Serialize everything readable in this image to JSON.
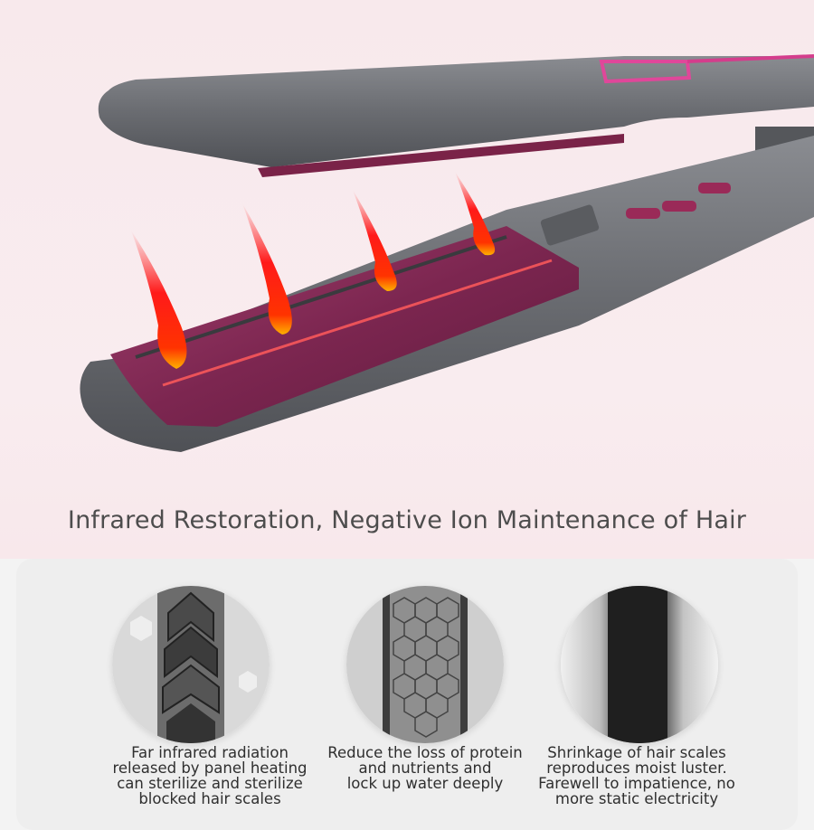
{
  "headline": "Infrared Restoration, Negative Ion Maintenance of Hair",
  "colors": {
    "background_top": "#f9ecef",
    "device_body": "#6b6d72",
    "plate": "#8e2e5c",
    "accent_pink": "#e0479a",
    "flame": "#ff1a1a"
  },
  "features": [
    {
      "caption": "Far infrared radiation\nreleased by panel heating\ncan sterilize and sterilize\nblocked hair scales",
      "icon": "damaged-hair-scales-icon"
    },
    {
      "caption": "Reduce the loss of protein\nand nutrients and\nlock up water deeply",
      "icon": "hair-honeycomb-icon"
    },
    {
      "caption": "Shrinkage of hair scales\nreproduces moist luster.\nFarewell to impatience, no\nmore static electricity",
      "icon": "smooth-hair-strand-icon"
    }
  ]
}
